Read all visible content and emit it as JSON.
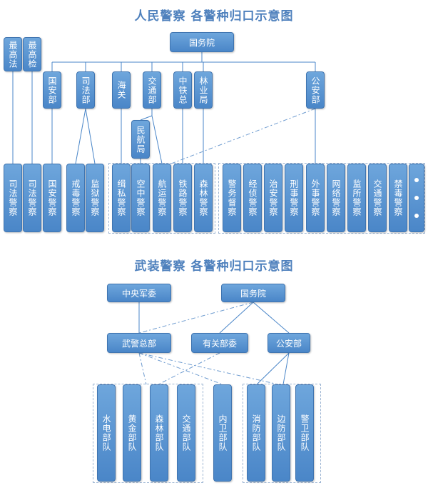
{
  "titles": {
    "police": "人民警察 各警种归口示意图",
    "armed": "武装警察 各警种归口示意图"
  },
  "police": {
    "state_council": "国务院",
    "supreme_court": "最高法",
    "supreme_procuratorate": "最高检",
    "state_security": "国安部",
    "justice": "司法部",
    "customs": "海关",
    "transport": "交通部",
    "railway": "中铁总",
    "forestry_bureau": "林业局",
    "public_security": "公安部",
    "aviation": "民航局",
    "units": [
      "司法警察",
      "司法警察",
      "国安警察",
      "戒毒警察",
      "监狱警察",
      "缉私警察",
      "空中警察",
      "航运警察",
      "铁路警察",
      "森林警察",
      "警务督察",
      "经侦警察",
      "治安警察",
      "刑事警察",
      "外事警察",
      "网络警察",
      "监所警察",
      "交通警察",
      "禁毒警察"
    ]
  },
  "armed": {
    "cmc": "中央军委",
    "state_council": "国务院",
    "hq": "武警总部",
    "ministries": "有关部委",
    "public_security": "公安部",
    "units": [
      "水电部队",
      "黄金部队",
      "森林部队",
      "交通部队",
      "内卫部队",
      "消防部队",
      "边防部队",
      "警卫部队"
    ]
  }
}
